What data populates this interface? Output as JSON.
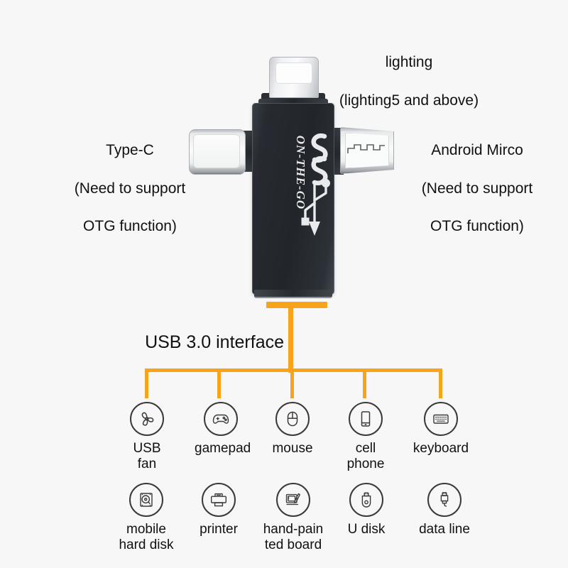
{
  "background_color": "#f7f7f7",
  "accent_color": "#f9a31a",
  "device": {
    "body_color": "#262a2e",
    "logo_text": "ON-THE-GO",
    "logo_mark": "usb-superspeed-ss-trident-icon",
    "connectors": [
      {
        "id": "lightning",
        "position": "top",
        "label_lines": [
          "lighting",
          "(lighting5 and above)"
        ]
      },
      {
        "id": "type-c",
        "position": "left",
        "label_lines": [
          "Type-C",
          "(Need to support",
          "OTG function)"
        ]
      },
      {
        "id": "android-micro",
        "position": "right",
        "label_lines": [
          "Android Mirco",
          "(Need to support",
          "OTG function)"
        ]
      }
    ]
  },
  "interface": {
    "title": "USB 3.0 interface"
  },
  "compatible_devices": {
    "row1": [
      {
        "icon": "usb-fan-icon",
        "label": "USB fan"
      },
      {
        "icon": "gamepad-icon",
        "label": "gamepad"
      },
      {
        "icon": "mouse-icon",
        "label": "mouse"
      },
      {
        "icon": "cell-phone-icon",
        "label": "cell phone"
      },
      {
        "icon": "keyboard-icon",
        "label": "keyboard"
      }
    ],
    "row2": [
      {
        "icon": "hard-disk-icon",
        "label": "mobile\nhard disk"
      },
      {
        "icon": "printer-icon",
        "label": "printer"
      },
      {
        "icon": "drawing-tablet-icon",
        "label": "hand-pain\nted board"
      },
      {
        "icon": "u-disk-icon",
        "label": "U disk"
      },
      {
        "icon": "data-line-icon",
        "label": "data line"
      }
    ]
  }
}
